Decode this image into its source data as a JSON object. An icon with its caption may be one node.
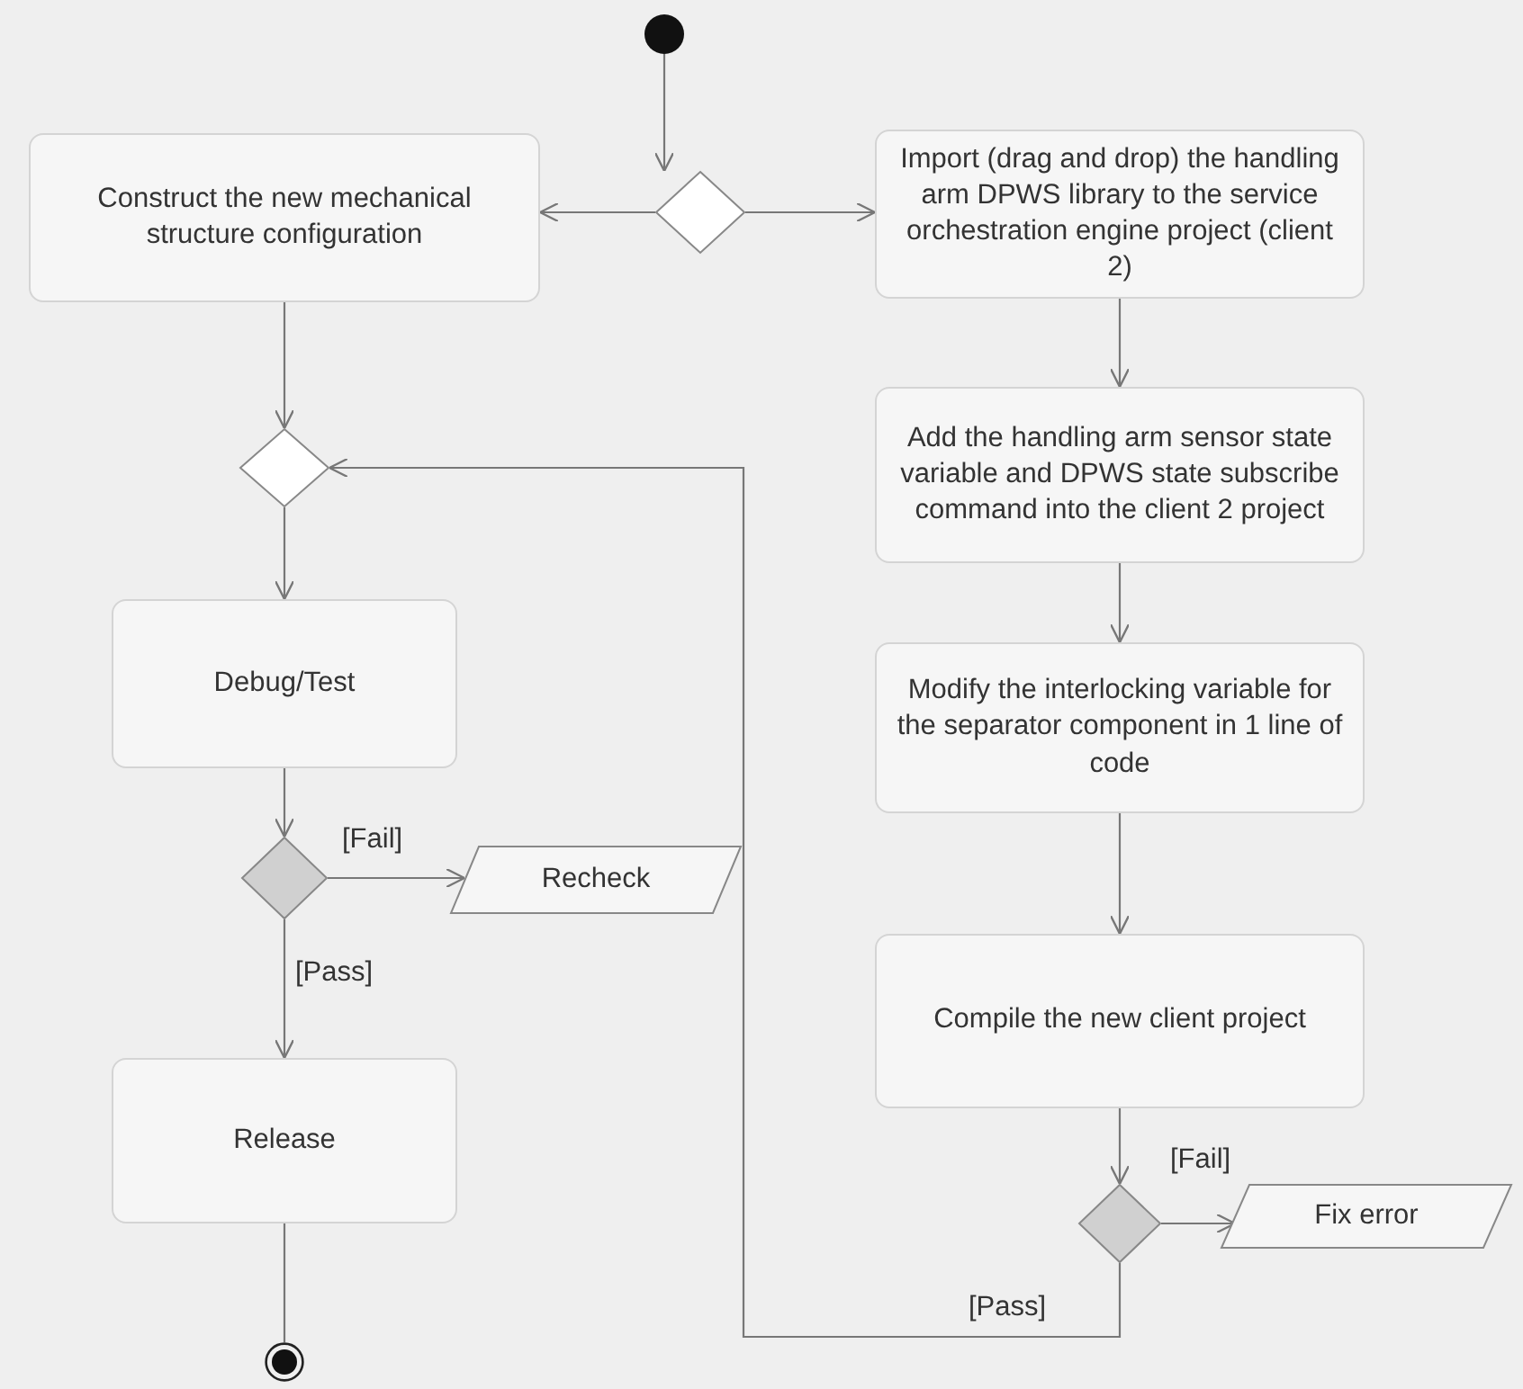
{
  "diagram": {
    "nodes": [
      {
        "text": [],
        "shape": "circle"
      },
      {
        "text": [],
        "shape": "diamond"
      },
      {
        "text": [
          "Construct the new mechanical structure configuration"
        ]
      },
      {
        "text": [
          "Import (drag and drop) the handling arm DPWS library to the service orchestration engine project (client 2)"
        ]
      },
      {
        "text": [],
        "shape": "diamond"
      },
      {
        "text": [
          "Add the handling arm sensor state variable and DPWS state subscribe command into the client 2 project"
        ]
      },
      {
        "text": [
          "Debug/Test"
        ]
      },
      {
        "text": [
          "Modify the interlocking variable for the separator component in 1 line of code"
        ]
      },
      {
        "text": [],
        "shape": "diamond"
      },
      {
        "text": [
          "Recheck"
        ]
      },
      {
        "text": [
          "Release"
        ]
      },
      {
        "text": [
          "Compile the new client project"
        ]
      },
      {
        "text": [],
        "shape": "diamond"
      },
      {
        "text": [
          "Fix error"
        ]
      },
      {
        "text": [],
        "shape": "circle"
      }
    ],
    "edges": [
      {
        "from": 0,
        "to": 1,
        "arrow": "to"
      },
      {
        "from": 1,
        "to": 2,
        "arrow": "to"
      },
      {
        "from": 1,
        "to": 3,
        "arrow": "to"
      },
      {
        "from": 2,
        "to": 4,
        "arrow": "to"
      },
      {
        "from": 3,
        "to": 5,
        "arrow": "to"
      },
      {
        "from": 5,
        "to": 7,
        "arrow": "to"
      },
      {
        "from": 7,
        "to": 11,
        "arrow": "to"
      },
      {
        "from": 11,
        "to": 12,
        "arrow": "to"
      },
      {
        "from": 12,
        "to": 13,
        "arrow": "to",
        "label": "[Fail]"
      },
      {
        "from": 12,
        "to": 4,
        "arrow": "to",
        "label": "[Pass]"
      },
      {
        "from": 4,
        "to": 6,
        "arrow": "to"
      },
      {
        "from": 6,
        "to": 8,
        "arrow": "to"
      },
      {
        "from": 8,
        "to": 9,
        "arrow": "to",
        "label": "[Fail]"
      },
      {
        "from": 8,
        "to": 10,
        "arrow": "to",
        "label": "[Pass]"
      },
      {
        "from": 10,
        "to": 14,
        "arrow": "none"
      }
    ]
  }
}
